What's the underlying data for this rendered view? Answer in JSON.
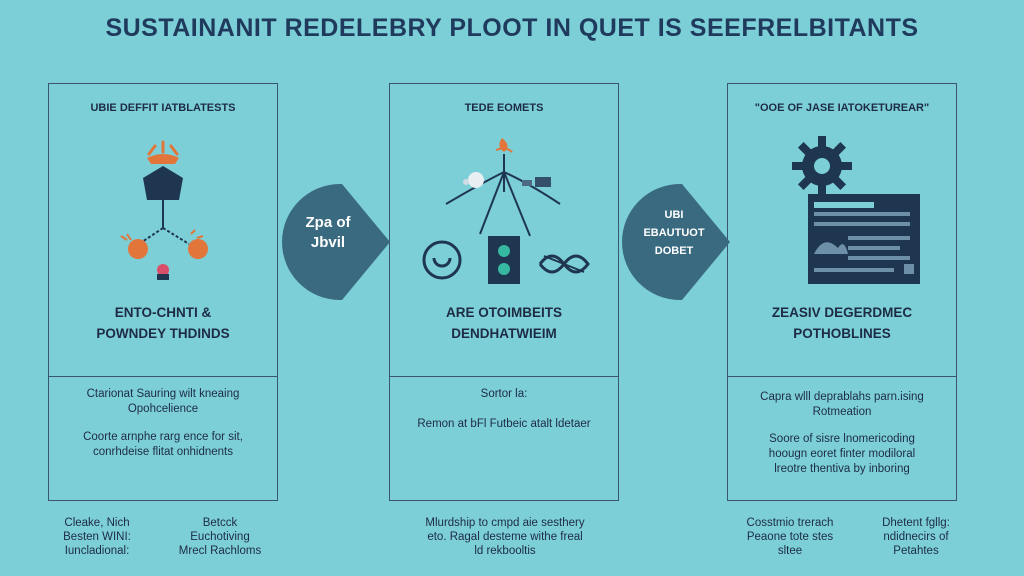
{
  "title": "SUSTAINANIT REDELEBRY PLOOT IN QUET IS SEEFRELBITANTS",
  "colors": {
    "background": "#7ccfd6",
    "panel_border": "#3a5570",
    "arrow": "#3a6a80",
    "navy": "#1f3650",
    "orange": "#e2763a"
  },
  "panels": [
    {
      "title": "UBIE DEFFIT IATBLATESTS",
      "heading": [
        "ENTO-CHNTI &",
        "POWNDEY THDINDS"
      ],
      "lines": [
        "Ctarionat Sauring wilt kneaing",
        "Opohcelience",
        "Coorte arnphe rarg ence for sit,",
        "conrhdeise flitat onhidnents"
      ],
      "icon": "hexagon-network-icon"
    },
    {
      "title": "TEDE EOMETS",
      "heading": [
        "ARE OTOIMBEITS",
        "DENDHATWIEIM"
      ],
      "lines": [
        "Sortor la:",
        "Remon at bFl Futbeic atalt ldetaer"
      ],
      "icon": "sensor-network-icon"
    },
    {
      "title": "\"OOE OF JASE IATOKETUREAR\"",
      "heading": [
        "ZEASIV DEGERDMEC",
        "POTHOBLINES"
      ],
      "lines": [
        "Capra wlll deprablahs parn.ising",
        "Rotmeation",
        "Soore of sisre lnomericoding",
        "hoougn eoret finter modiloral",
        "lreotre thentiva by inboring"
      ],
      "icon": "gear-dashboard-icon"
    }
  ],
  "arrows": [
    {
      "lines": [
        "Zpa of",
        "Jbvil"
      ]
    },
    {
      "lines": [
        "UBI",
        "EBAUTUOT",
        "DOBET"
      ]
    }
  ],
  "footnotes": [
    {
      "lines": [
        "Cleake, Nich",
        "Besten WINI:",
        "Iuncladional:"
      ]
    },
    {
      "lines": [
        "Betcck",
        "Euchotiving",
        "Mrecl Rachloms"
      ]
    },
    {
      "lines": [
        "Mlurdship to cmpd aie sesthery",
        "eto. Ragal desteme withe freal",
        "ld rekbooltis"
      ]
    },
    {
      "lines": [
        "Cosstmio trerach",
        "Peaone tote stes",
        "sltee"
      ]
    },
    {
      "lines": [
        "Dhetent fgllg:",
        "ndidnecirs of",
        "Petahtes"
      ]
    }
  ]
}
